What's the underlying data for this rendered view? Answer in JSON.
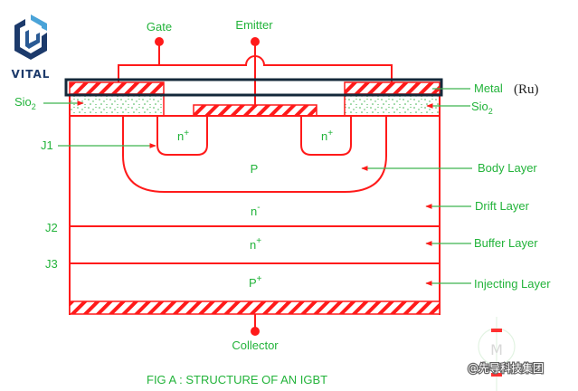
{
  "logo": {
    "text": "VITAL",
    "colors": {
      "dark": "#1c3a6b",
      "light": "#4aa3d8"
    }
  },
  "terminals": {
    "gate": "Gate",
    "emitter": "Emitter",
    "collector": "Collector"
  },
  "labels_left": {
    "sio2_prefix": "Sio",
    "sio2_sub": "2",
    "j1": "J1",
    "j2": "J2",
    "j3": "J3"
  },
  "labels_right": {
    "metal": "Metal",
    "metal_note": "(Ru)",
    "sio2_prefix": "Sio",
    "sio2_sub": "2",
    "body_layer": "Body Layer",
    "drift_layer": "Drift Layer",
    "buffer_layer": "Buffer Layer",
    "injecting_layer": "Injecting Layer"
  },
  "regions": {
    "n_plus_left": "n",
    "n_plus_right": "n",
    "plus": "+",
    "p_body": "P",
    "n_drift": "n",
    "minus": "-",
    "n_buffer": "n",
    "p_inject": "P"
  },
  "caption": "FIG A : STRUCTURE OF AN IGBT",
  "watermark": {
    "text": "@先导科技集团",
    "icon_letter": "M"
  },
  "colors": {
    "structure": "#ff1a1a",
    "label": "#22b33a",
    "highlight_box": "#14283a",
    "oxide_dots": "#3fb34f"
  }
}
